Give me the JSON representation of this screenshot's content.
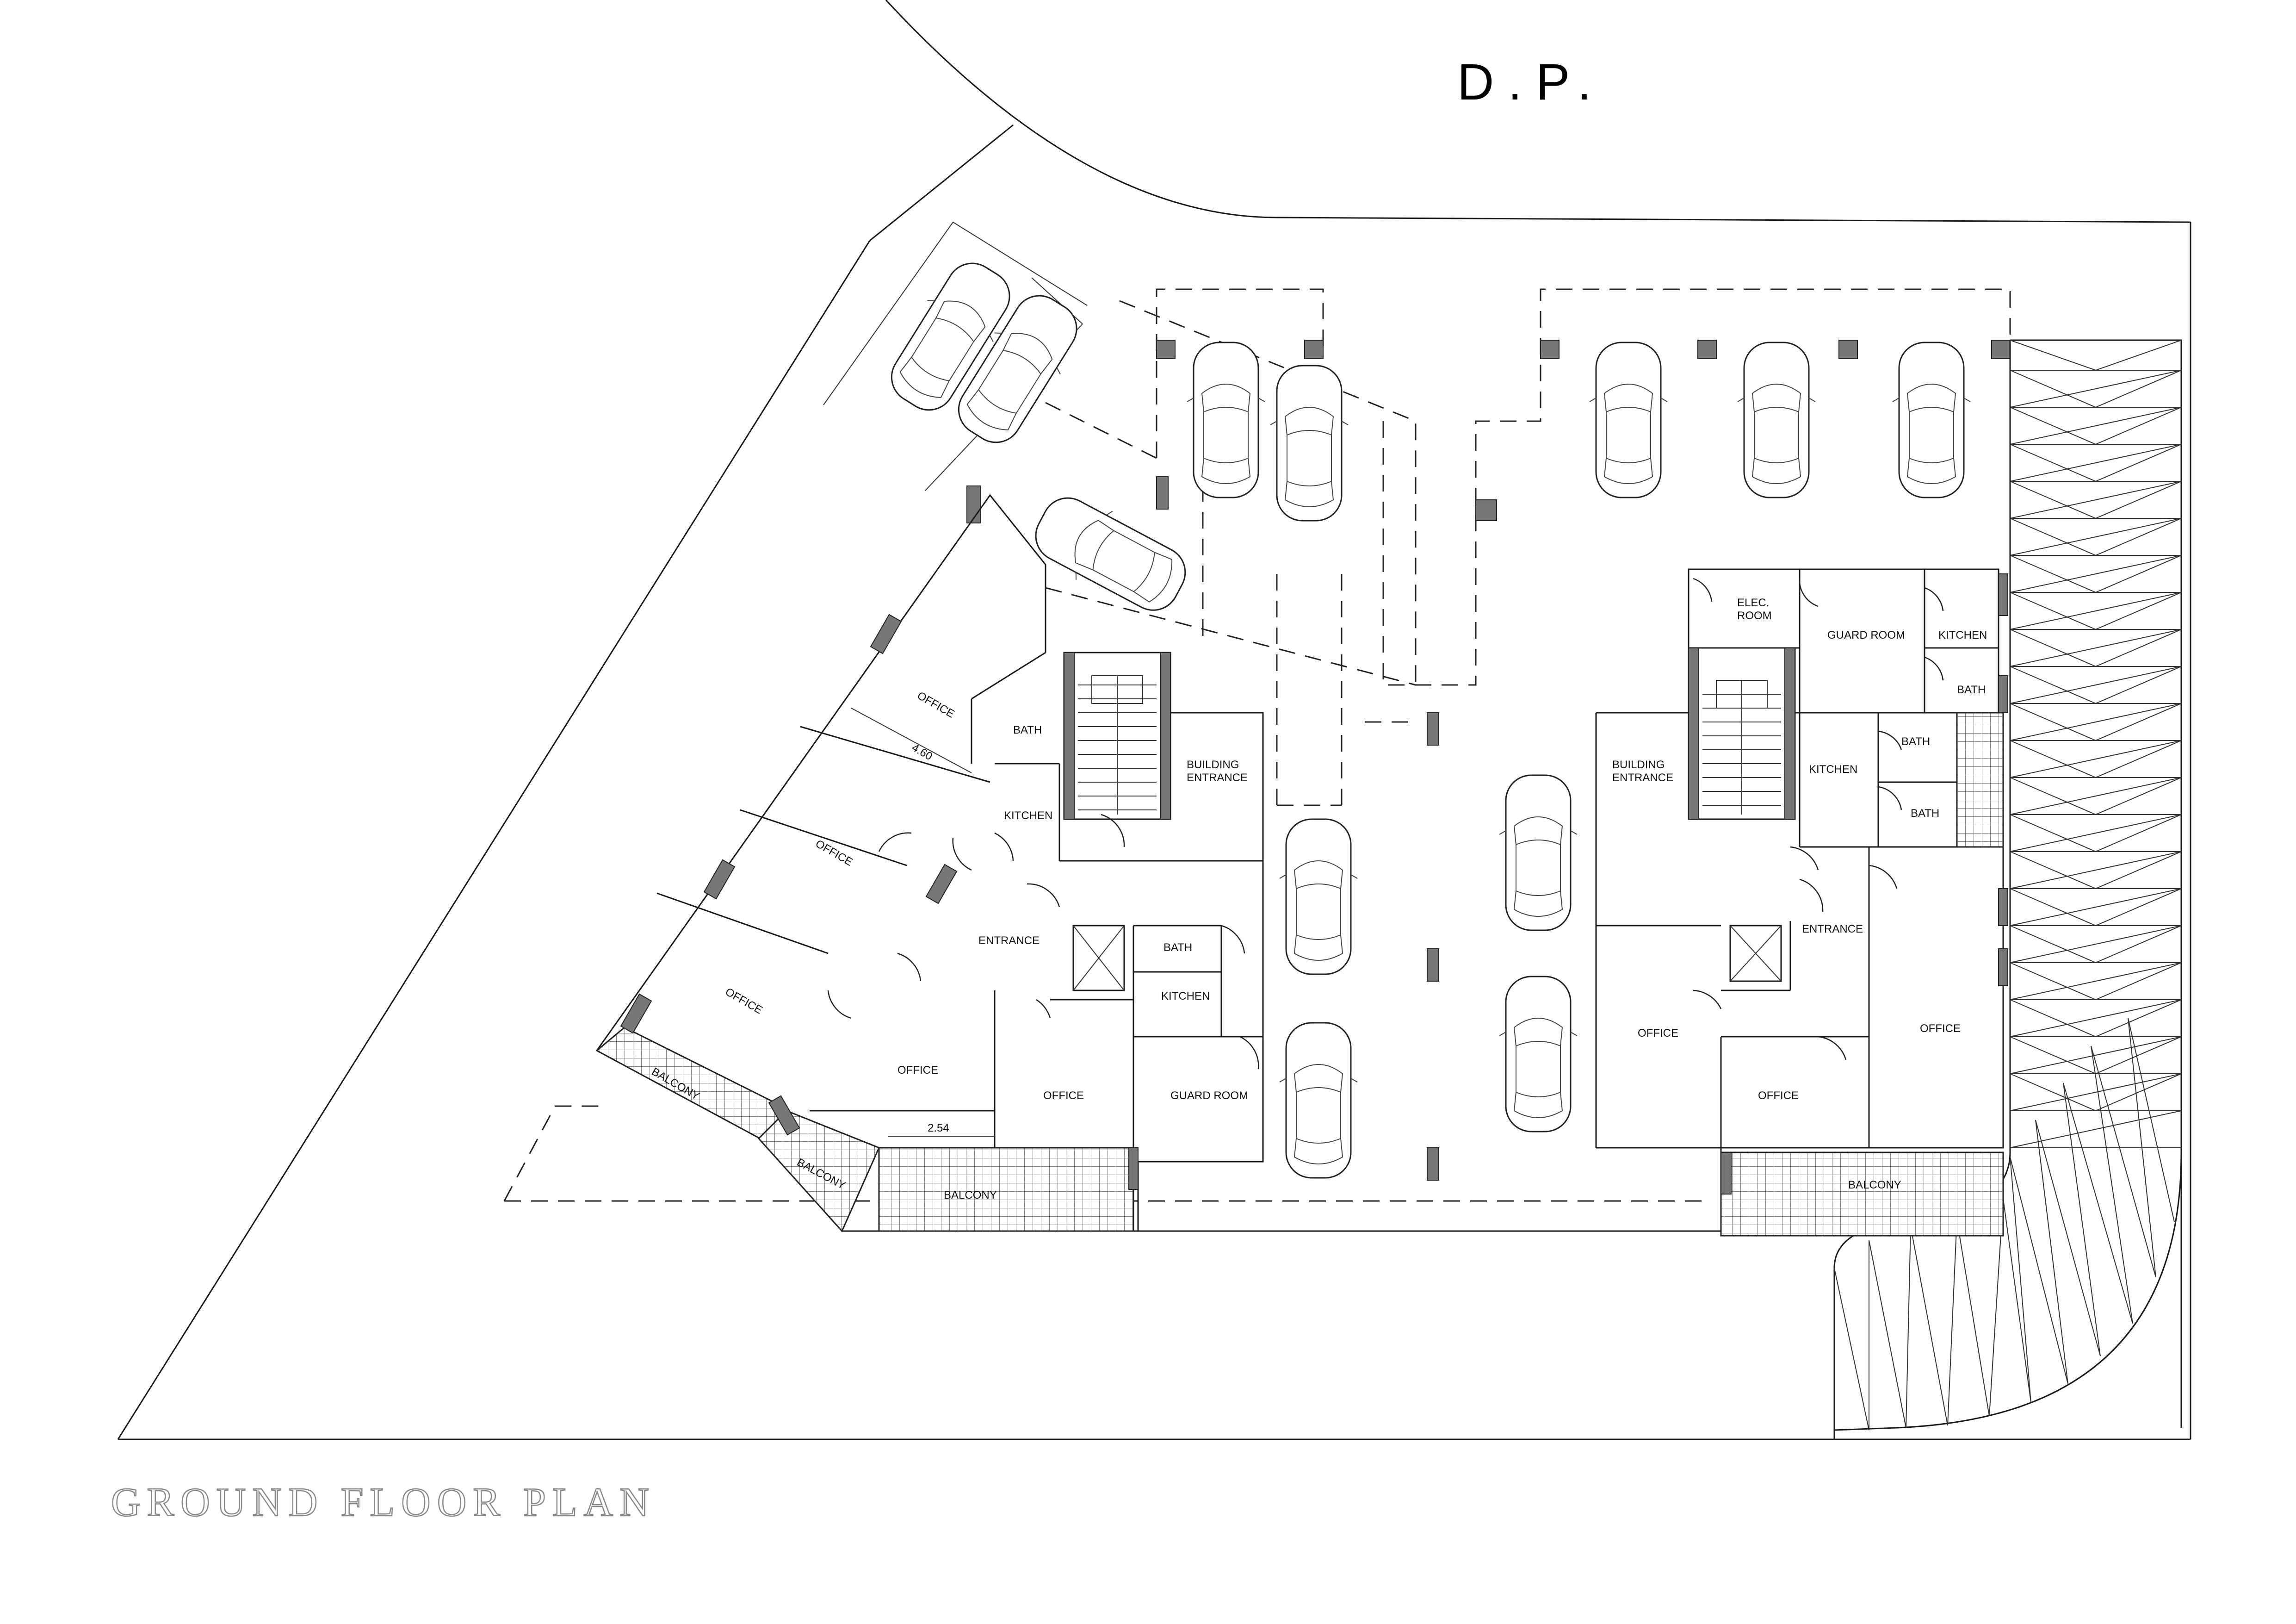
{
  "header": {
    "mark": "D.P."
  },
  "title": "GROUND FLOOR PLAN",
  "labels": {
    "office": "OFFICE",
    "bath": "BATH",
    "kitchen": "KITCHEN",
    "entrance": "ENTRANCE",
    "building_entrance_1": "BUILDING",
    "building_entrance_2": "ENTRANCE",
    "guard_room": "GUARD ROOM",
    "balcony": "BALCONY",
    "elec_room_1": "ELEC.",
    "elec_room_2": "ROOM"
  },
  "dimensions": {
    "office_width": "4.60",
    "office_depth": "2.54"
  }
}
